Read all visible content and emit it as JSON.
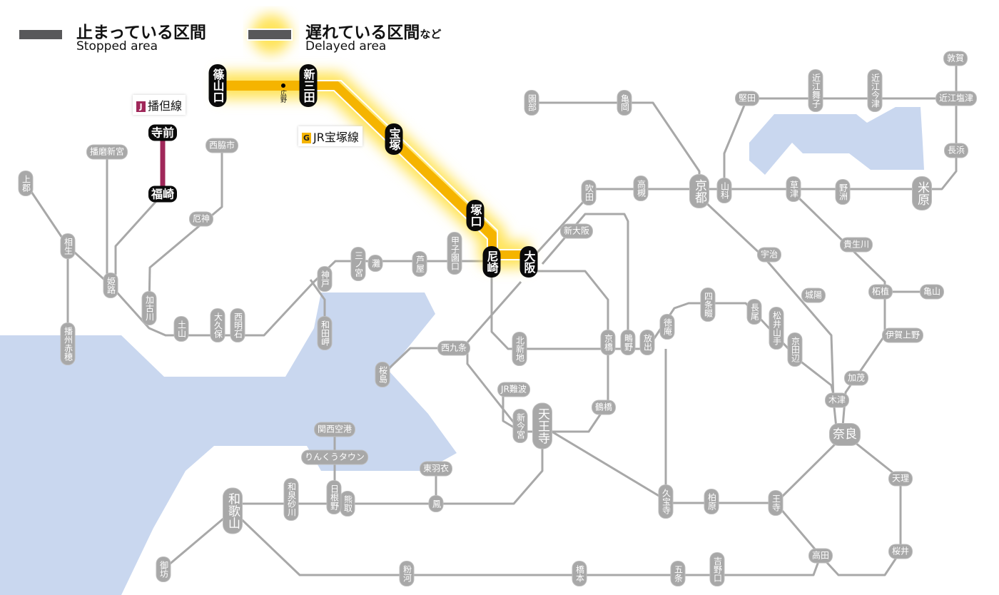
{
  "legend": {
    "stopped_title": "止まっている区間",
    "stopped_sub": "Stopped area",
    "delayed_title": "遅れている区間",
    "delayed_suffix": "など",
    "delayed_sub": "Delayed area"
  },
  "colors": {
    "line": "#a8a8a8",
    "water": "#c9d7ef",
    "delay": "#f5b400",
    "glow": "#ffe45c",
    "bantan": "#a0285a",
    "stopped": "#58585a"
  },
  "line_labels": {
    "bantan": {
      "symbol": "J",
      "name": "播但線"
    },
    "takarazuka": {
      "symbol": "G",
      "name": "JR宝塚線"
    }
  },
  "minor_station": "広野",
  "affected_stations": [
    "篠山口",
    "新三田",
    "宝塚",
    "塚口",
    "尼崎",
    "大阪",
    "寺前",
    "福崎"
  ],
  "stations": [
    "上郡",
    "相生",
    "播州赤穂",
    "播磨新宮",
    "姫路",
    "西脇市",
    "厄神",
    "加古川",
    "土山",
    "大久保",
    "西明石",
    "神戸",
    "和田岬",
    "三ノ宮",
    "灘",
    "芦屋",
    "甲子園口",
    "西九条",
    "桜島",
    "北新地",
    "京橋",
    "鴫野",
    "放出",
    "徳庵",
    "四条畷",
    "長尾",
    "松井山手",
    "京田辺",
    "城陽",
    "宇治",
    "貴生川",
    "柘植",
    "亀山",
    "伊賀上野",
    "加茂",
    "木津",
    "奈良",
    "天理",
    "桜井",
    "高田",
    "王寺",
    "柏原",
    "久宝寺",
    "鶴橋",
    "JR難波",
    "新今宮",
    "天王寺",
    "東羽衣",
    "鳳",
    "熊取",
    "日根野",
    "和泉砂川",
    "りんくうタウン",
    "関西空港",
    "和歌山",
    "御坊",
    "粉河",
    "橋本",
    "五条",
    "吉野口",
    "新大阪",
    "吹田",
    "高槻",
    "京都",
    "山科",
    "草津",
    "野洲",
    "米原",
    "長浜",
    "近江塩津",
    "敦賀",
    "近江今津",
    "近江舞子",
    "堅田",
    "亀岡",
    "園部"
  ]
}
